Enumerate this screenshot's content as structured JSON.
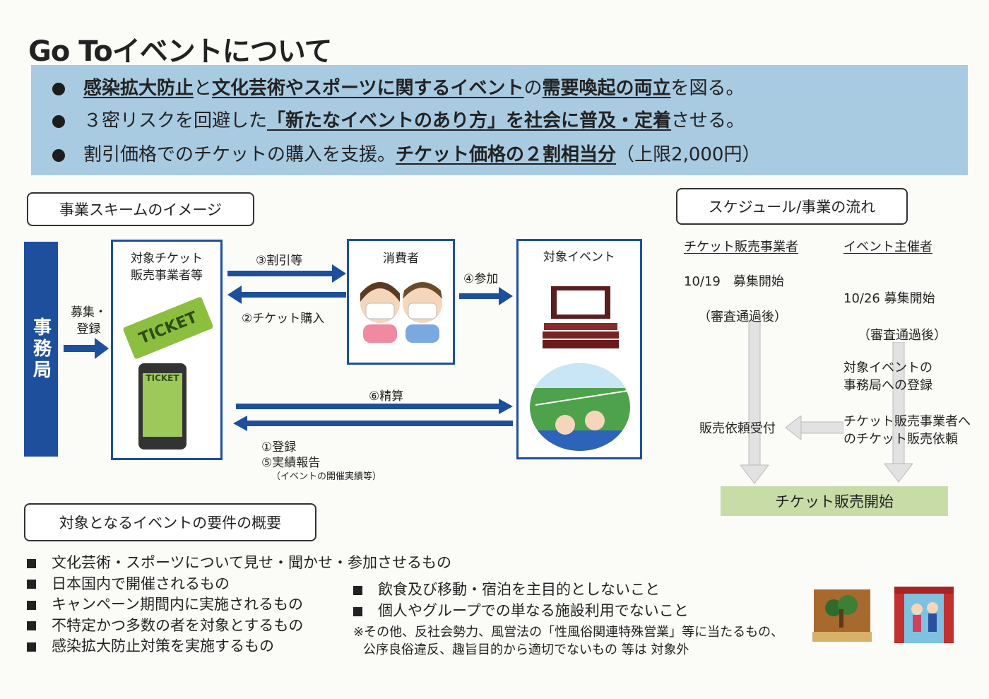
{
  "title": "Go Toイベントについて",
  "bullets": [
    {
      "parts": [
        {
          "t": "感染拡大防止",
          "b": true
        },
        {
          "t": "と",
          "b": false
        },
        {
          "t": "文化芸術やスポーツに関するイベント",
          "b": true
        },
        {
          "t": "の",
          "b": false
        },
        {
          "t": "需要喚起の両立",
          "b": true
        },
        {
          "t": "を図る。",
          "b": false
        }
      ]
    },
    {
      "parts": [
        {
          "t": "３密リスクを回避した",
          "b": false
        },
        {
          "t": "「新たなイベントのあり方」を社会に普及・定着",
          "b": true
        },
        {
          "t": "させる。",
          "b": false
        }
      ]
    },
    {
      "parts": [
        {
          "t": "割引価格でのチケットの購入を支援。",
          "b": false
        },
        {
          "t": "チケット価格の２割相当分",
          "b": true
        },
        {
          "t": "（上限2,000円）",
          "b": false
        }
      ]
    }
  ],
  "scheme": {
    "heading": "事業スキームのイメージ",
    "office": "事務局",
    "recruit": "募集・\n登録",
    "seller": "対象チケット\n販売事業者等",
    "consumer": "消費者",
    "event": "対象イベント",
    "discount": "③割引等",
    "purchase": "②チケット購入",
    "participate": "④参加",
    "settle": "⑥精算",
    "register": "①登録",
    "report": "⑤実績報告",
    "report_note": "（イベントの開催実績等）",
    "ticket_word": "TICKET"
  },
  "schedule": {
    "heading": "スケジュール/事業の流れ",
    "col1": "チケット販売事業者",
    "col2": "イベント主催者",
    "s1_date": "10/19　募集開始",
    "s1_note": "（審査通過後）",
    "s2_date": "10/26 募集開始",
    "s2_note": "（審査通過後）",
    "reg": "対象イベントの\n事務局への登録",
    "req": "チケット販売事業者へ\nのチケット販売依頼",
    "accept": "販売依頼受付",
    "start": "チケット販売開始"
  },
  "requirements": {
    "heading": "対象となるイベントの要件の概要",
    "left": [
      "文化芸術・スポーツについて見せ・聞かせ・参加させるもの",
      "日本国内で開催されるもの",
      "キャンペーン期間内に実施されるもの",
      "不特定かつ多数の者を対象とするもの",
      "感染拡大防止対策を実施するもの"
    ],
    "right": [
      "飲食及び移動・宿泊を主目的としないこと",
      "個人やグループでの単なる施設利用でないこと"
    ],
    "note1": "※その他、反社会勢力、風営法の「性風俗関連特殊営業」等に当たるもの、",
    "note2": "公序良俗違反、趣旨目的から適切でないもの 等は 対象外"
  },
  "colors": {
    "navy": "#1e4f9c",
    "banner": "#a8cbe2",
    "green": "#c8dca8",
    "ticket": "#8cbf3f"
  }
}
